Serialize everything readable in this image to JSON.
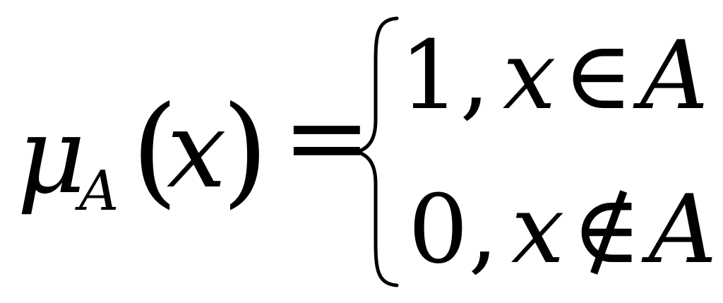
{
  "formula": {
    "function_symbol": "μ",
    "subscript": "A",
    "open_paren": "(",
    "argument": "x",
    "close_paren": ")",
    "equals": "=",
    "cases": [
      {
        "value": "1,",
        "variable": "x",
        "relation": "∈",
        "set": "A"
      },
      {
        "value": "0,",
        "variable": "x",
        "relation": "∉",
        "set": "A"
      }
    ]
  }
}
